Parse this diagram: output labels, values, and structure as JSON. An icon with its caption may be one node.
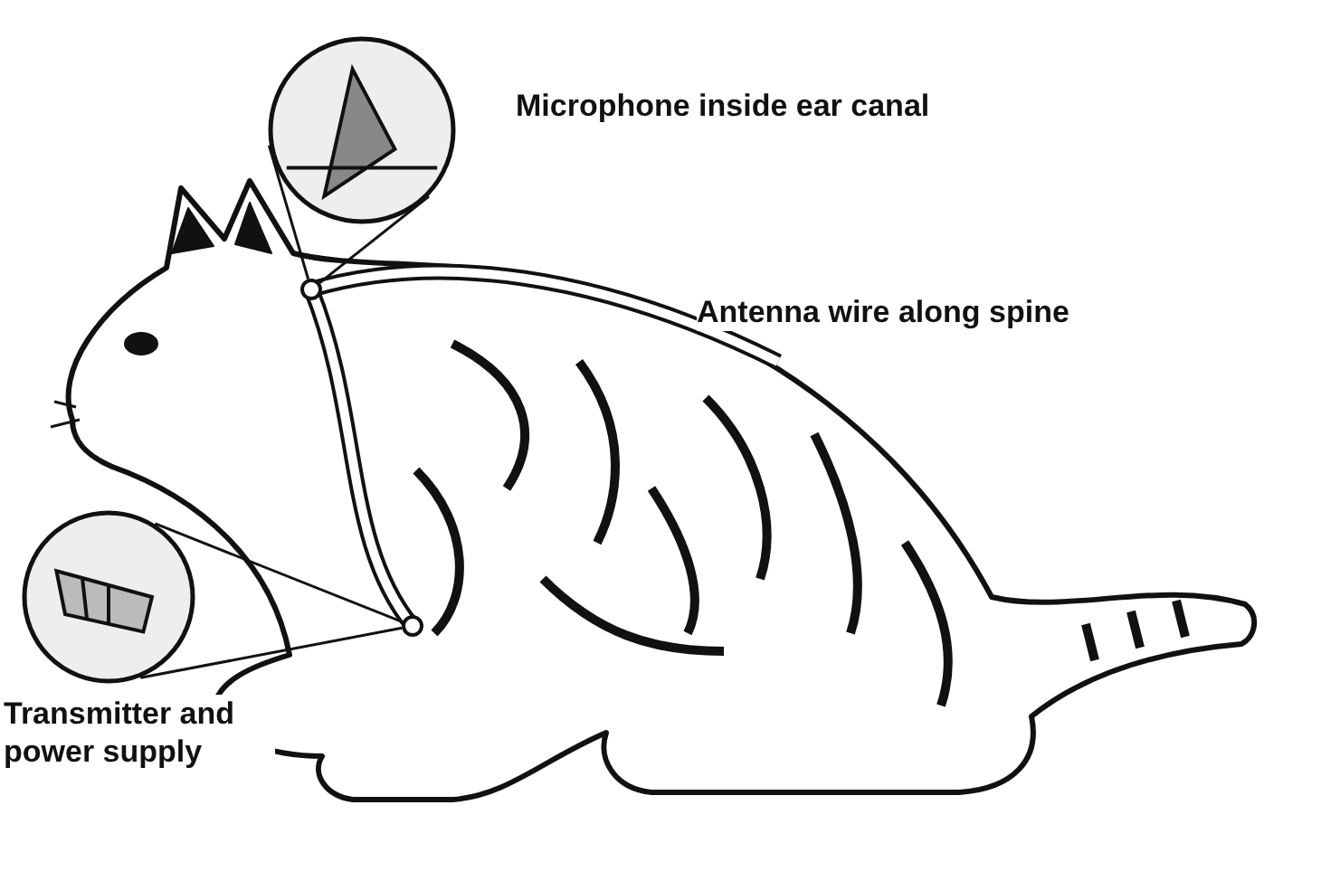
{
  "diagram": {
    "nodes": [
      {
        "text": [],
        "shape": "picture",
        "beside": [
          "Microphone inside ear canal"
        ]
      },
      {
        "text": [],
        "shape": "circle"
      },
      {
        "text": [],
        "shape": "picture",
        "beside": [
          "Transmitter and power supply"
        ]
      },
      {
        "text": [],
        "shape": "circle"
      }
    ],
    "edges": [
      {
        "from": 0,
        "to": 1,
        "arrow": "none"
      },
      {
        "from": 0,
        "to": 1,
        "arrow": "none"
      },
      {
        "from": 2,
        "to": 3,
        "arrow": "none"
      },
      {
        "from": 2,
        "to": 3,
        "arrow": "none"
      }
    ],
    "labels": [
      "Antenna wire along spine"
    ]
  }
}
